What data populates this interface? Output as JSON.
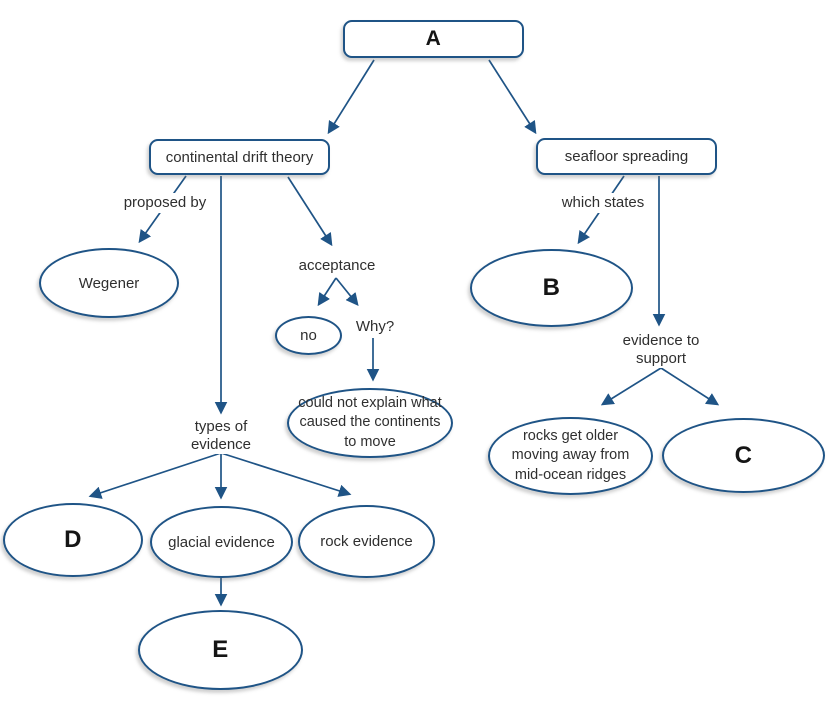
{
  "diagram": {
    "colors": {
      "line": "#1F5486",
      "node_text": "#2f2f2f",
      "letter_text": "#151515"
    },
    "root": {
      "label": "A"
    },
    "boxes": {
      "continental": {
        "label": "continental drift theory"
      },
      "seafloor": {
        "label": "seafloor spreading"
      }
    },
    "edge_labels": {
      "proposed_by": "proposed by",
      "acceptance": "acceptance",
      "why": "Why?",
      "types_of_evidence": "types of evidence",
      "which_states": "which states",
      "evidence_to_support": "evidence to support"
    },
    "ellipses": {
      "wegener": "Wegener",
      "no": "no",
      "could_not_explain": "could not explain what caused the continents to move",
      "d": "D",
      "glacial_evidence": "glacial evidence",
      "rock_evidence": "rock evidence",
      "e": "E",
      "b": "B",
      "rocks_get_older": "rocks get older moving away from mid-ocean ridges",
      "c": "C"
    }
  }
}
